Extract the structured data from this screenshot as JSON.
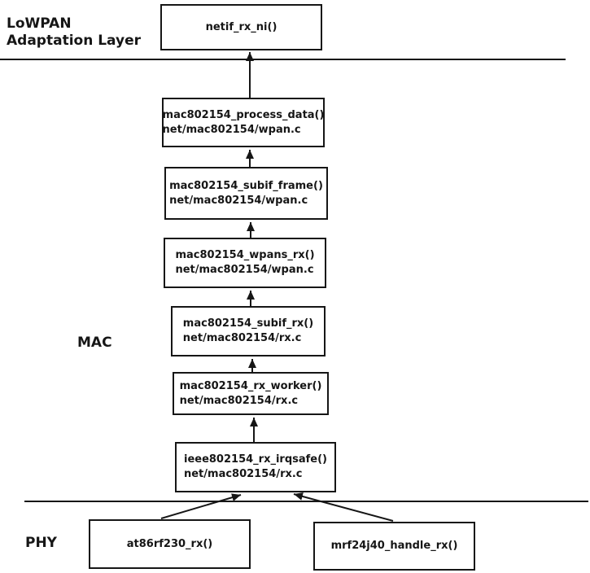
{
  "labels": {
    "lowpan_line1": "LoWPAN",
    "lowpan_line2": "Adaptation Layer",
    "mac": "MAC",
    "phy": "PHY"
  },
  "nodes": [
    {
      "func": "netif_rx_ni()",
      "file": ""
    },
    {
      "func": "mac802154_process_data()",
      "file": "net/mac802154/wpan.c"
    },
    {
      "func": "mac802154_subif_frame()",
      "file": "net/mac802154/wpan.c"
    },
    {
      "func": "mac802154_wpans_rx()",
      "file": "net/mac802154/wpan.c"
    },
    {
      "func": "mac802154_subif_rx()",
      "file": "net/mac802154/rx.c"
    },
    {
      "func": "mac802154_rx_worker()",
      "file": "net/mac802154/rx.c"
    },
    {
      "func": "ieee802154_rx_irqsafe()",
      "file": "net/mac802154/rx.c"
    },
    {
      "func": "at86rf230_rx()",
      "file": ""
    },
    {
      "func": "mrf24j40_handle_rx()",
      "file": ""
    }
  ],
  "edges": [
    {
      "from": "mac802154_process_data()",
      "to": "netif_rx_ni()"
    },
    {
      "from": "mac802154_subif_frame()",
      "to": "mac802154_process_data()"
    },
    {
      "from": "mac802154_wpans_rx()",
      "to": "mac802154_subif_frame()"
    },
    {
      "from": "mac802154_subif_rx()",
      "to": "mac802154_wpans_rx()"
    },
    {
      "from": "mac802154_rx_worker()",
      "to": "mac802154_subif_rx()"
    },
    {
      "from": "ieee802154_rx_irqsafe()",
      "to": "mac802154_rx_worker()"
    },
    {
      "from": "at86rf230_rx()",
      "to": "ieee802154_rx_irqsafe()"
    },
    {
      "from": "mrf24j40_handle_rx()",
      "to": "ieee802154_rx_irqsafe()"
    }
  ],
  "colors": {
    "ink": "#161616",
    "background": "#ffffff"
  }
}
